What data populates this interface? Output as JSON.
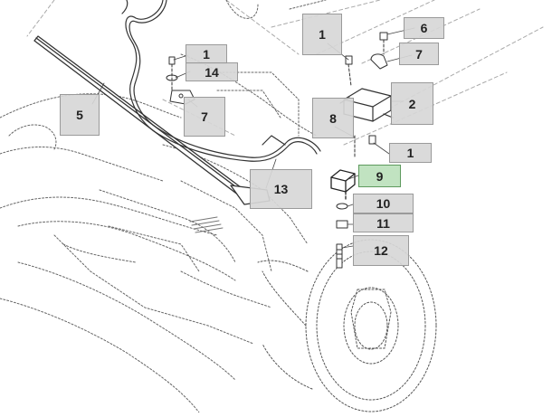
{
  "diagram": {
    "callouts": [
      {
        "id": "c1a",
        "label": "1",
        "selected": false
      },
      {
        "id": "c6",
        "label": "6",
        "selected": false
      },
      {
        "id": "c7a",
        "label": "7",
        "selected": false
      },
      {
        "id": "c1b",
        "label": "1",
        "selected": false
      },
      {
        "id": "c14",
        "label": "14",
        "selected": false
      },
      {
        "id": "c2",
        "label": "2",
        "selected": false
      },
      {
        "id": "c5",
        "label": "5",
        "selected": false
      },
      {
        "id": "c7b",
        "label": "7",
        "selected": false
      },
      {
        "id": "c8",
        "label": "8",
        "selected": false
      },
      {
        "id": "c1c",
        "label": "1",
        "selected": false
      },
      {
        "id": "c9",
        "label": "9",
        "selected": true
      },
      {
        "id": "c13",
        "label": "13",
        "selected": false
      },
      {
        "id": "c10",
        "label": "10",
        "selected": false
      },
      {
        "id": "c11",
        "label": "11",
        "selected": false
      },
      {
        "id": "c12",
        "label": "12",
        "selected": false
      }
    ]
  }
}
